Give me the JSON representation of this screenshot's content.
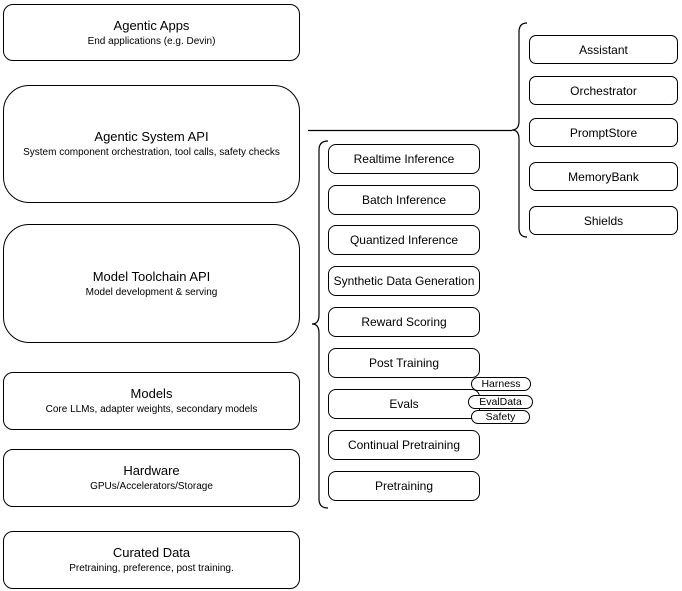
{
  "colors": {
    "stroke": "#000000",
    "fill": "#ffffff",
    "text": "#000000"
  },
  "stack": [
    {
      "title": "Agentic Apps",
      "subtitle": "End applications (e.g. Devin)"
    },
    {
      "title": "Agentic System API",
      "subtitle": "System component orchestration, tool calls, safety checks"
    },
    {
      "title": "Model Toolchain API",
      "subtitle": "Model development & serving"
    },
    {
      "title": "Models",
      "subtitle": "Core LLMs, adapter weights, secondary models"
    },
    {
      "title": "Hardware",
      "subtitle": "GPUs/Accelerators/Storage"
    },
    {
      "title": "Curated Data",
      "subtitle": "Pretraining, preference, post training."
    }
  ],
  "toolchain_services": [
    "Realtime Inference",
    "Batch Inference",
    "Quantized Inference",
    "Synthetic Data Generation",
    "Reward Scoring",
    "Post Training",
    "Evals",
    "Continual Pretraining",
    "Pretraining"
  ],
  "eval_tags": [
    "Harness",
    "EvalData",
    "Safety"
  ],
  "system_services": [
    "Assistant",
    "Orchestrator",
    "PromptStore",
    "MemoryBank",
    "Shields"
  ]
}
